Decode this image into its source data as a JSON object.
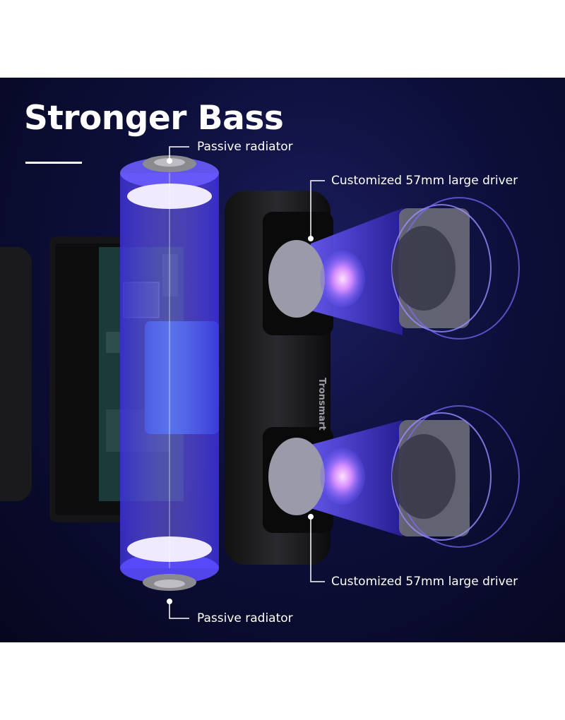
{
  "title": "Stronger Bass",
  "callouts": {
    "top_radiator": "Passive radiator",
    "top_driver": "Customized 57mm large driver",
    "bottom_driver": "Customized 57mm large driver",
    "bottom_radiator": "Passive radiator"
  },
  "brand_text": "Tronsmart",
  "colors": {
    "background": "#0d0f3a",
    "glow": "#5a4dff",
    "text": "#ffffff"
  }
}
